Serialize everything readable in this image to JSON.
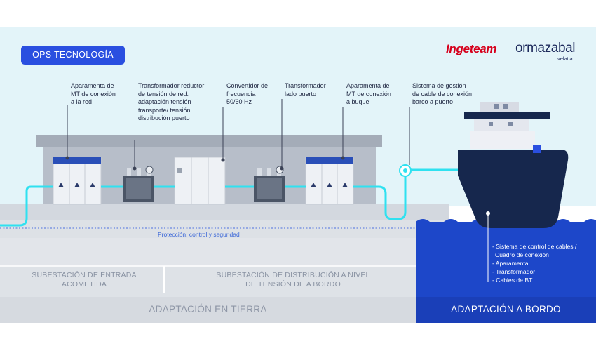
{
  "header": {
    "title": "OPS TECNOLOGÍA",
    "logo_ingeteam": "Ingeteam",
    "logo_ormazabal": "ormazabal",
    "logo_ormazabal_sub": "velatia"
  },
  "annotations": [
    {
      "lines": [
        "Aparamenta de",
        "MT de conexión",
        "a la red"
      ]
    },
    {
      "lines": [
        "Transformador reductor",
        "de tensión de red:",
        "adaptación tensión",
        "transporte/ tensión",
        "distribución puerto"
      ]
    },
    {
      "lines": [
        "Convertidor de",
        "frecuencia",
        "50/60 Hz"
      ]
    },
    {
      "lines": [
        "Transformador",
        "lado puerto"
      ]
    },
    {
      "lines": [
        "Aparamenta de",
        "MT de conexión",
        "a buque"
      ]
    },
    {
      "lines": [
        "Sistema de gestión",
        "de cable de conexión",
        "barco a puerto"
      ]
    }
  ],
  "protection_label": "Protección, control y seguridad",
  "segments": {
    "entrada": [
      "SUBESTACIÓN DE ENTRADA",
      "ACOMETIDA"
    ],
    "distribucion": [
      "SUBESTACIÓN DE DISTRIBUCIÓN A NIVEL",
      "DE TENSIÓN DE A BORDO"
    ]
  },
  "bands": {
    "tierra": "ADAPTACIÓN EN TIERRA",
    "bordo": "ADAPTACIÓN A BORDO"
  },
  "ship_list": [
    "- Sistema de control de cables /",
    "  Cuadro de conexión",
    "- Aparamenta",
    "- Transformador",
    "- Cables de BT"
  ],
  "colors": {
    "sky": "#e3f4f9",
    "ground": "#d9dde3",
    "building": "#b9c0cb",
    "wall": "#9ea7b3",
    "sea": "#1d47c9",
    "hull": "#16274d",
    "cable": "#2fe1f0",
    "title_box": "#2a4fe0",
    "brand_red": "#d6001c",
    "brand_navy": "#1d2a5c"
  }
}
